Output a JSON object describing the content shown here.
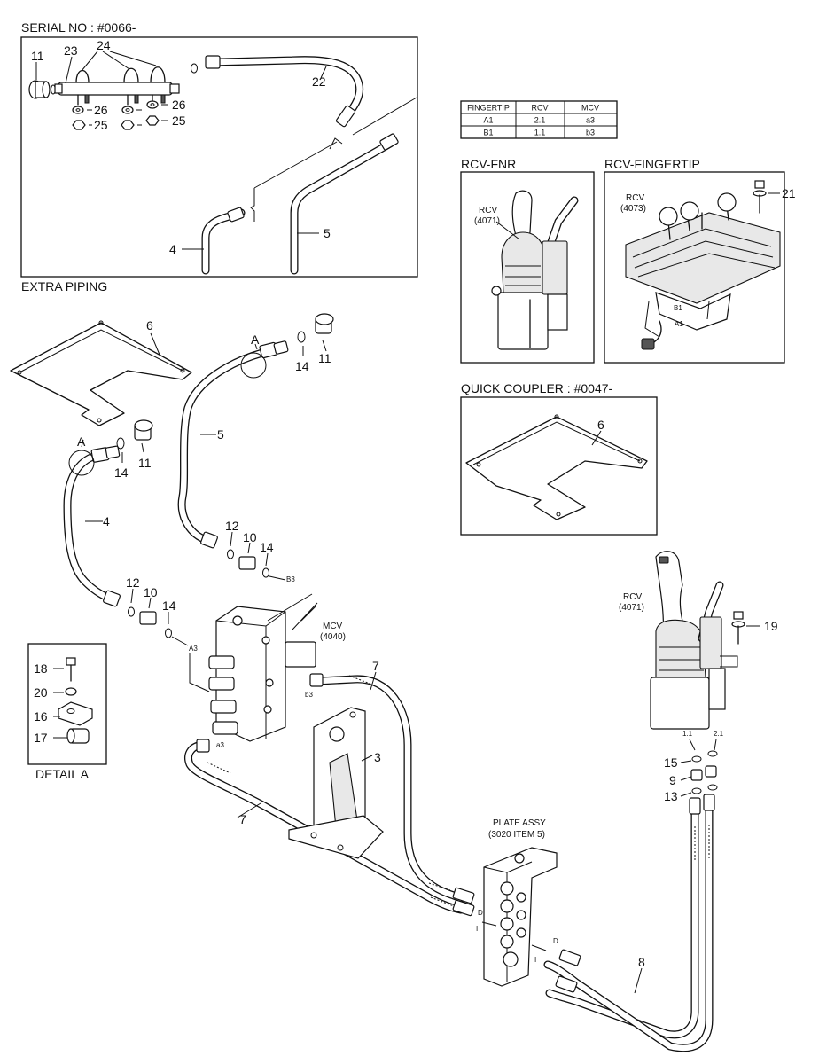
{
  "headers": {
    "serial_no": "SERIAL NO : #0066-",
    "extra_piping": "EXTRA PIPING",
    "rcv_fnr": "RCV-FNR",
    "rcv_fingertip": "RCV-FINGERTIP",
    "quick_coupler": "QUICK COUPLER : #0047-",
    "detail_a": "DETAIL A"
  },
  "table": {
    "columns": [
      "FINGERTIP",
      "RCV",
      "MCV"
    ],
    "rows": [
      [
        "A1",
        "2.1",
        "a3"
      ],
      [
        "B1",
        "1.1",
        "b3"
      ]
    ]
  },
  "components": {
    "rcv_fnr": "RCV",
    "rcv_fnr_code": "(4071)",
    "rcv_fingertip": "RCV",
    "rcv_fingertip_code": "(4073)",
    "rcv_main": "RCV",
    "rcv_main_code": "(4071)",
    "mcv": "MCV",
    "mcv_code": "(4040)",
    "plate_assy": "PLATE ASSY",
    "plate_assy_ref": "(3020 ITEM 5)"
  },
  "port_labels": {
    "a3_upper": "A3",
    "b3_upper": "B3",
    "a3": "a3",
    "b3": "b3",
    "rcv_11": "1.1",
    "rcv_21": "2.1",
    "b1": "B1",
    "a1": "A1",
    "d_upper": "D",
    "i_upper": "I",
    "d_lower": "D",
    "i_lower": "I"
  },
  "callouts": {
    "c11a": "11",
    "c23": "23",
    "c24": "24",
    "c22": "22",
    "c26a": "26",
    "c26b": "26",
    "c25a": "25",
    "c25b": "25",
    "c4a": "4",
    "c5a": "5",
    "c6": "6",
    "cA1": "A",
    "c14a": "14",
    "c11b": "11",
    "cA2": "A",
    "c14b": "14",
    "c11c": "11",
    "c5b": "5",
    "c4b": "4",
    "c12a": "12",
    "c10a": "10",
    "c14c": "14",
    "c12b": "12",
    "c10b": "10",
    "c14d": "14",
    "c18": "18",
    "c20": "20",
    "c16": "16",
    "c17": "17",
    "c7a": "7",
    "c3": "3",
    "c7b": "7",
    "c21": "21",
    "c6b": "6",
    "c19": "19",
    "c15": "15",
    "c9": "9",
    "c13": "13",
    "c8": "8"
  }
}
